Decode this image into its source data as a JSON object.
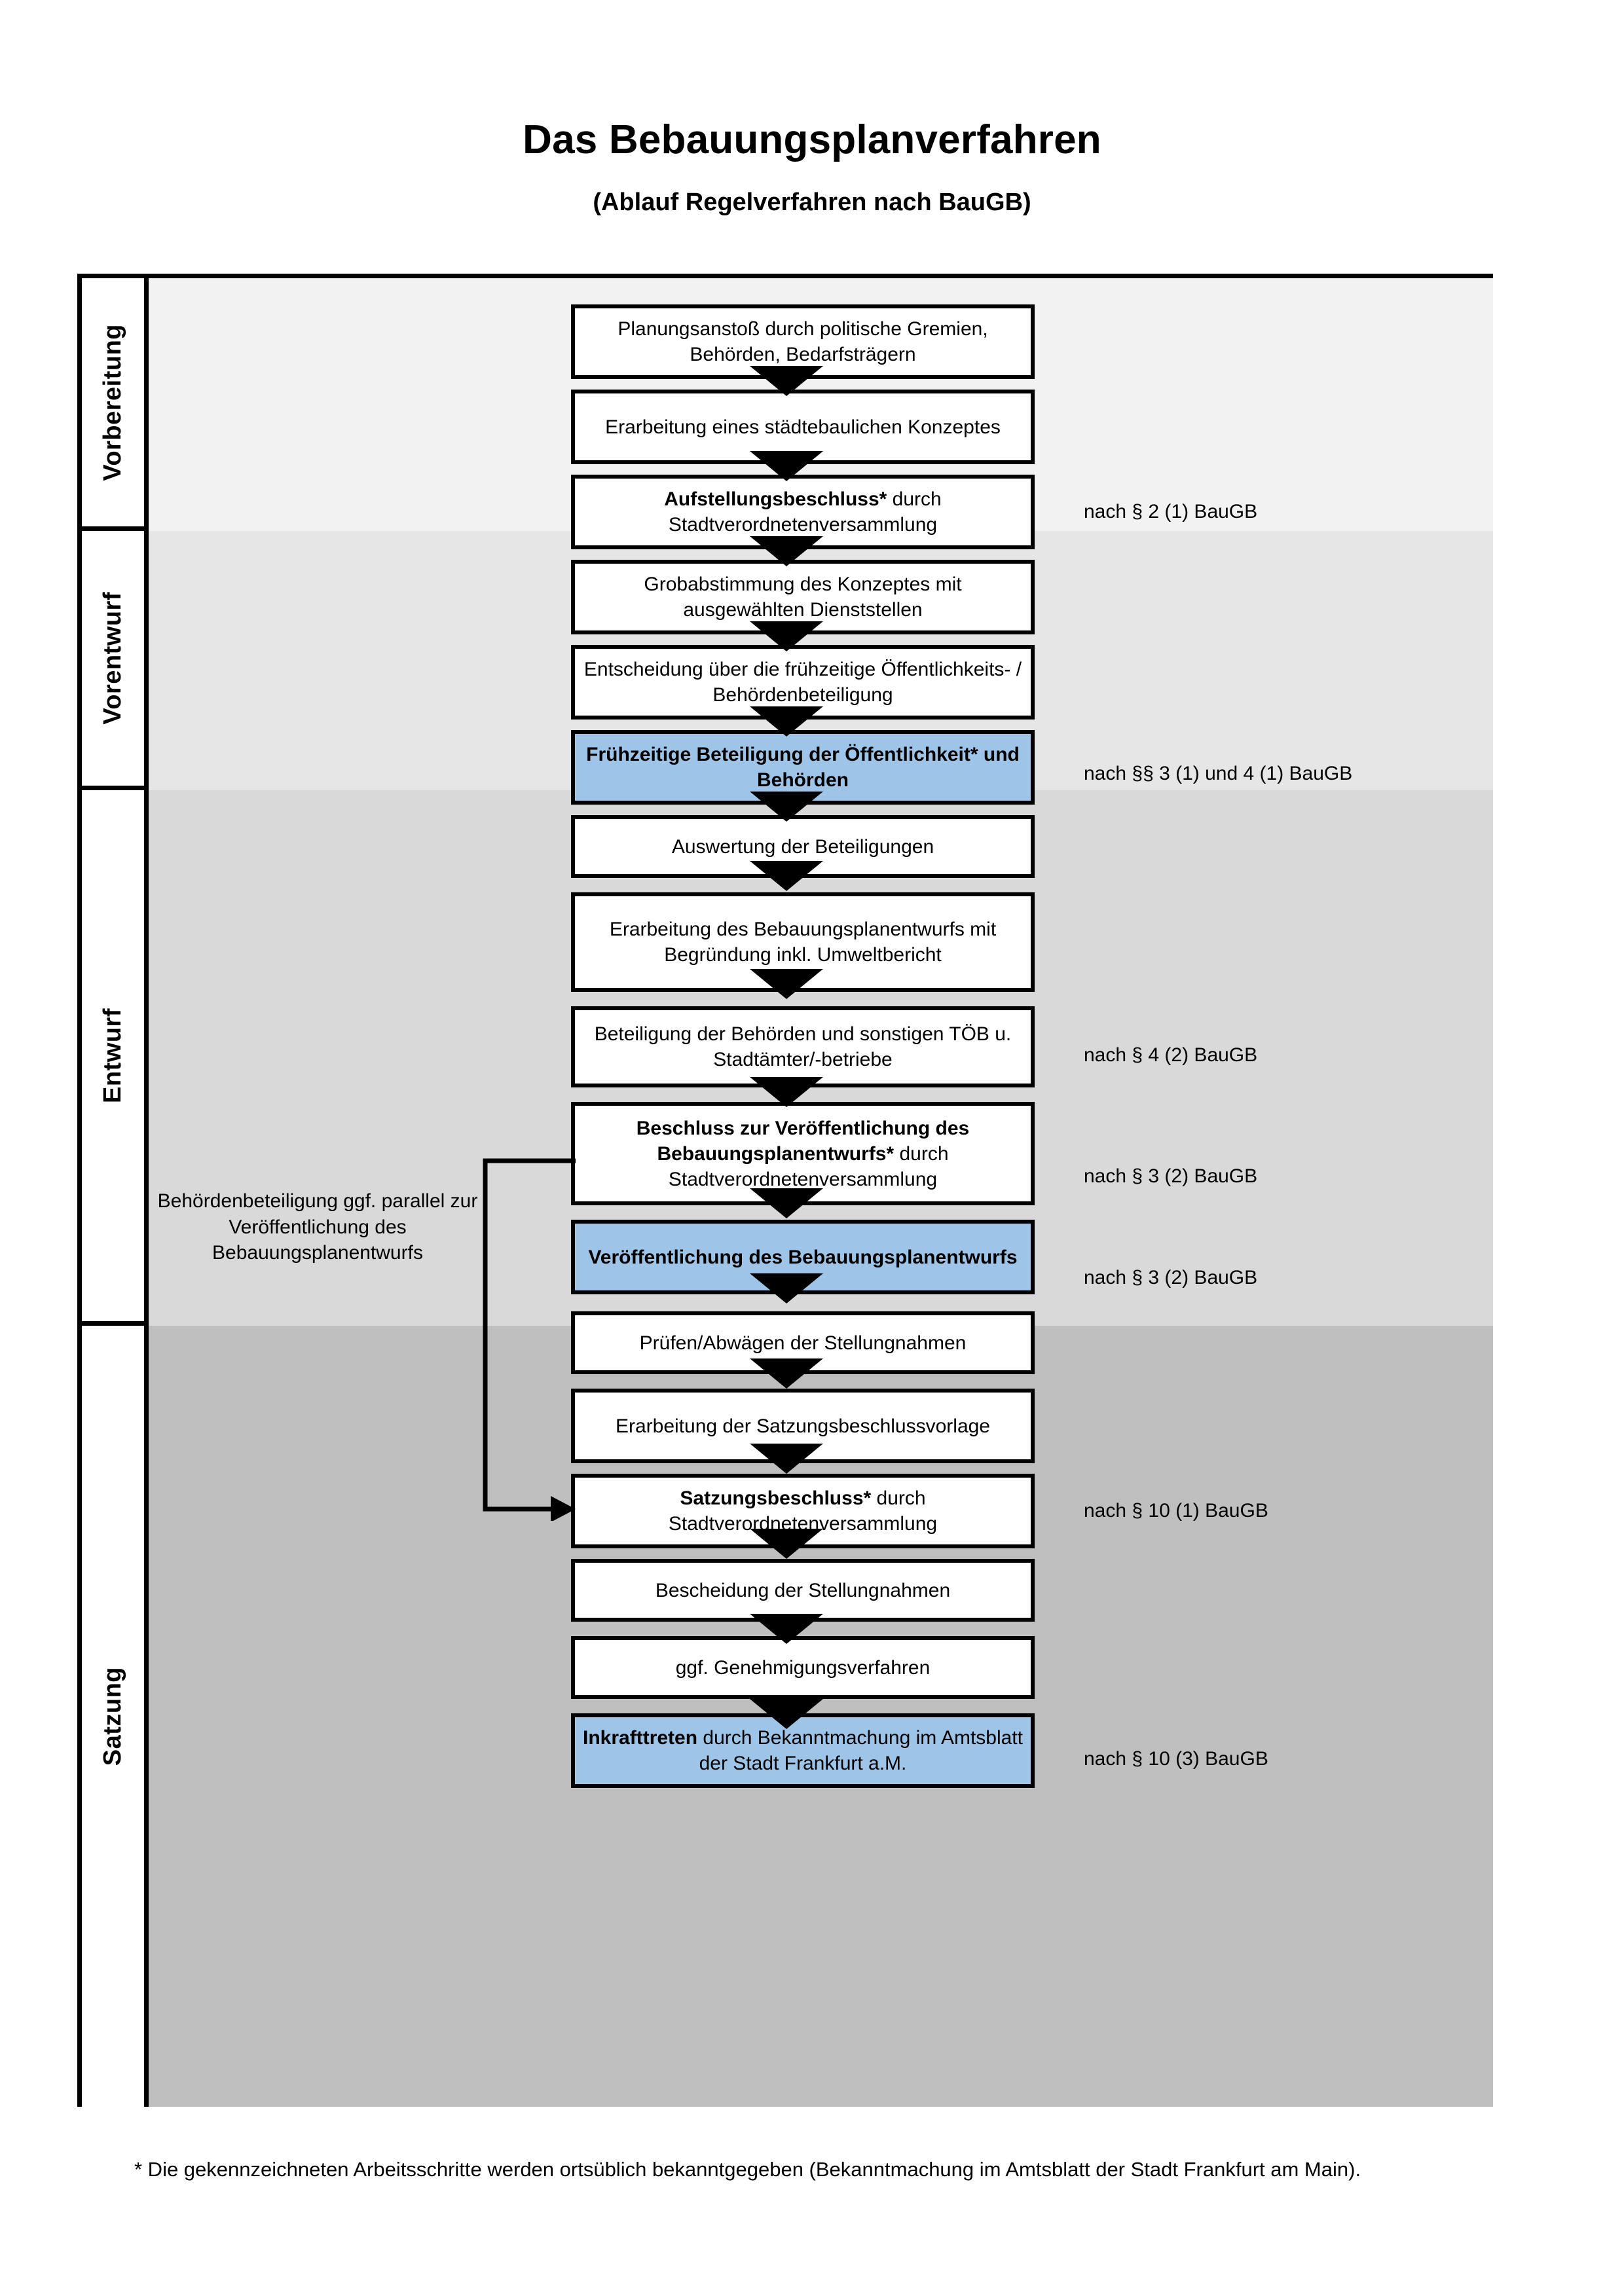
{
  "header": {
    "title": "Das Bebauungsplanverfahren",
    "subtitle": "(Ablauf Regelverfahren nach BauGB)"
  },
  "colors": {
    "highlight_blue": "#9EC4E8",
    "band_vorbereitung": "#F2F2F2",
    "band_vorentwurf": "#E6E6E6",
    "band_entwurf": "#D9D9D9",
    "band_satzung": "#BFBFBF",
    "frame_border": "#000000"
  },
  "phases": [
    {
      "label": "Vorbereitung"
    },
    {
      "label": "Vorentwurf"
    },
    {
      "label": "Entwurf"
    },
    {
      "label": "Satzung"
    }
  ],
  "steps": [
    {
      "id": "planungsanstoss",
      "phase": "Vorbereitung",
      "bold_prefix": "",
      "text": "Planungsanstoß durch politische Gremien, Behörden, Bedarfsträgern",
      "highlight": false
    },
    {
      "id": "staedtebauliches-konzept",
      "phase": "Vorbereitung",
      "bold_prefix": "",
      "text": "Erarbeitung eines städtebaulichen Konzeptes",
      "highlight": false
    },
    {
      "id": "aufstellungsbeschluss",
      "phase": "Vorbereitung",
      "bold_prefix": "Aufstellungsbeschluss*",
      "text": " durch Stadtverordnetenversammlung",
      "highlight": false
    },
    {
      "id": "grobabstimmung",
      "phase": "Vorentwurf",
      "bold_prefix": "",
      "text": "Grobabstimmung des Konzeptes mit ausgewählten Dienststellen",
      "highlight": false
    },
    {
      "id": "entscheidung-fruehzeitige-beteiligung",
      "phase": "Vorentwurf",
      "bold_prefix": "",
      "text": "Entscheidung über die frühzeitige Öffentlichkeits- / Behördenbeteiligung",
      "highlight": false
    },
    {
      "id": "fruehzeitige-beteiligung",
      "phase": "Vorentwurf",
      "bold_prefix": "Frühzeitige Beteiligung der Öffentlichkeit* und Behörden",
      "text": "",
      "highlight": true
    },
    {
      "id": "auswertung-beteiligungen",
      "phase": "Entwurf",
      "bold_prefix": "",
      "text": "Auswertung der Beteiligungen",
      "highlight": false
    },
    {
      "id": "erarbeitung-bebauungsplanentwurf",
      "phase": "Entwurf",
      "bold_prefix": "",
      "text": "Erarbeitung des Bebauungsplanentwurfs mit Begründung inkl. Umweltbericht",
      "highlight": false
    },
    {
      "id": "beteiligung-behoerden-toeb",
      "phase": "Entwurf",
      "bold_prefix": "",
      "text": "Beteiligung der Behörden und sonstigen TÖB u. Stadtämter/-betriebe",
      "highlight": false
    },
    {
      "id": "beschluss-veroeffentlichung",
      "phase": "Entwurf",
      "bold_prefix": "Beschluss zur Veröffentlichung des Bebauungsplanentwurfs*",
      "text": " durch Stadtverordnetenversammlung",
      "highlight": false
    },
    {
      "id": "veroeffentlichung-entwurf",
      "phase": "Entwurf",
      "bold_prefix": "Veröffentlichung des Bebauungsplanentwurfs",
      "text": "",
      "highlight": true
    },
    {
      "id": "pruefen-abwaegen",
      "phase": "Satzung",
      "bold_prefix": "",
      "text": "Prüfen/Abwägen der Stellungnahmen",
      "highlight": false
    },
    {
      "id": "erarbeitung-satzungsbeschlussvorlage",
      "phase": "Satzung",
      "bold_prefix": "",
      "text": "Erarbeitung der Satzungsbeschlussvorlage",
      "highlight": false
    },
    {
      "id": "satzungsbeschluss",
      "phase": "Satzung",
      "bold_prefix": "Satzungsbeschluss*",
      "text": " durch Stadtverordnetenversammlung",
      "highlight": false
    },
    {
      "id": "bescheidung-stellungnahmen",
      "phase": "Satzung",
      "bold_prefix": "",
      "text": "Bescheidung der Stellungnahmen",
      "highlight": false
    },
    {
      "id": "genehmigungsverfahren",
      "phase": "Satzung",
      "bold_prefix": "",
      "text": "ggf. Genehmigungsverfahren",
      "highlight": false
    },
    {
      "id": "inkrafttreten",
      "phase": "Satzung",
      "bold_prefix": "Inkrafttreten",
      "text": " durch Bekanntmachung im Amtsblatt der Stadt Frankfurt a.M.",
      "highlight": true
    }
  ],
  "legal_refs": [
    {
      "id": "ref-aufstellungsbeschluss",
      "text": "nach § 2 (1) BauGB"
    },
    {
      "id": "ref-fruehzeitige-beteiligung",
      "text": "nach §§ 3 (1) und 4 (1) BauGB"
    },
    {
      "id": "ref-behoerdenbeteiligung",
      "text": "nach § 4 (2) BauGB"
    },
    {
      "id": "ref-beschluss-veroeffentlichung",
      "text": "nach § 3 (2) BauGB"
    },
    {
      "id": "ref-veroeffentlichung",
      "text": "nach § 3 (2) BauGB"
    },
    {
      "id": "ref-satzungsbeschluss",
      "text": "nach § 10 (1) BauGB"
    },
    {
      "id": "ref-inkrafttreten",
      "text": "nach § 10 (3) BauGB"
    }
  ],
  "side_note": {
    "text": "Behördenbeteiligung ggf. parallel zur Veröffentlichung des Bebauungsplanentwurfs"
  },
  "footnote": {
    "text": "* Die gekennzeichneten Arbeitsschritte werden ortsüblich bekanntgegeben (Bekanntmachung im Amtsblatt  der Stadt Frankfurt am Main)."
  }
}
